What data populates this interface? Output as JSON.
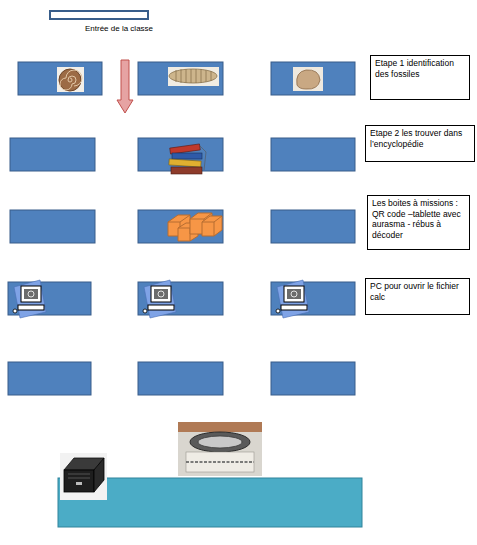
{
  "diagram": {
    "nodes": [
      {
        "text": [
          "Etape 1 identification des fossiles"
        ]
      },
      {
        "text": [
          "Etape 2 les trouver dans l’encyclopédie"
        ]
      },
      {
        "text": [
          "Les boites à missions : QR code –tablette avec aurasma - rébus à décoder"
        ]
      },
      {
        "text": [
          "PC pour ouvrir le fichier calc"
        ]
      }
    ],
    "labels": [
      "Entrée de la classe"
    ]
  }
}
